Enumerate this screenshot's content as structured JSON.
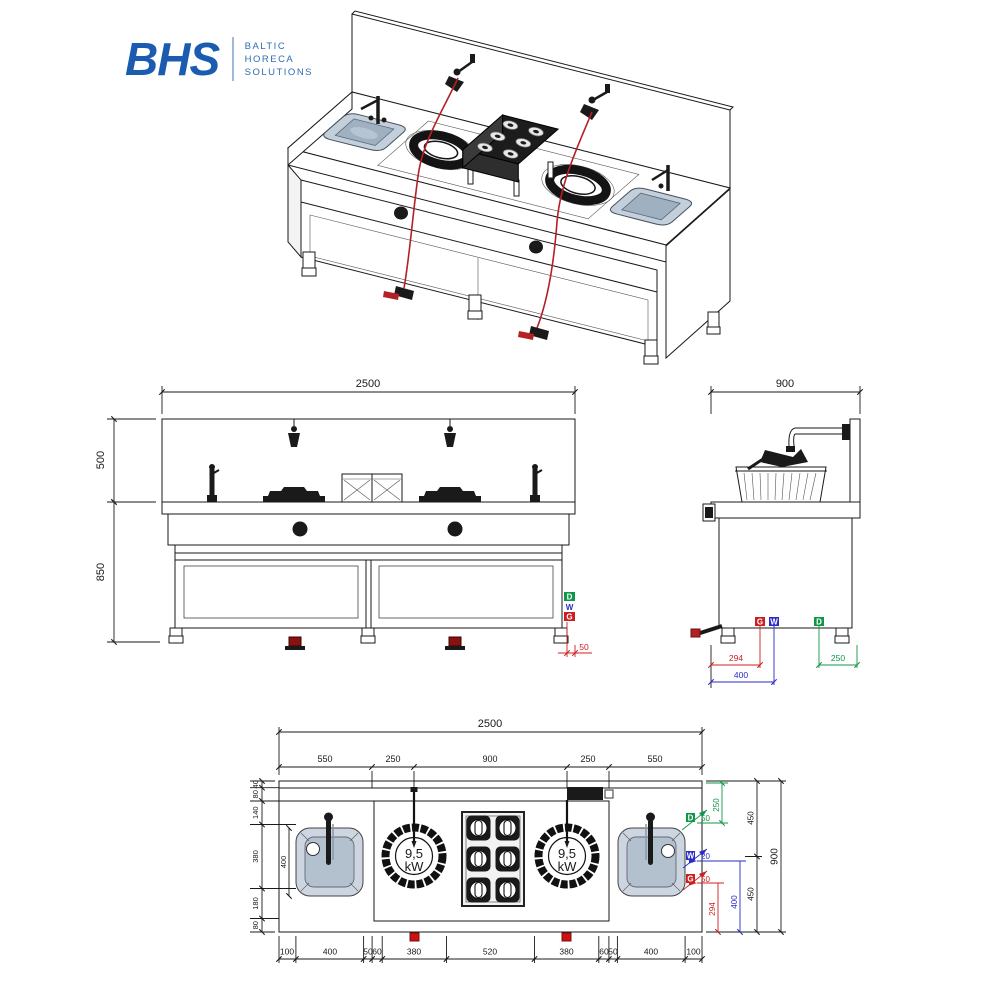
{
  "logo": {
    "abbr": "BHS",
    "line1": "BALTIC",
    "line2": "HORECA",
    "line3": "SOLUTIONS"
  },
  "colors": {
    "brand": "#1b5cb0",
    "gas": "#cc2020",
    "water": "#2a2ac8",
    "drain": "#0f9648",
    "sink": "#b9c6d3",
    "line": "#1a1a1a"
  },
  "connections": {
    "d": "D",
    "w": "W",
    "g": "G"
  },
  "front_view": {
    "width": "2500",
    "backsplash_height": "500",
    "body_height": "850",
    "gas_offset": "50"
  },
  "side_view": {
    "depth": "900",
    "gas_offset": "294",
    "water_offset": "400",
    "drain_offset": "250"
  },
  "plan_view": {
    "total_width": "2500",
    "top_segments": [
      "550",
      "250",
      "900",
      "250",
      "550"
    ],
    "left_segments": [
      "40",
      "80",
      "140",
      "380",
      "180",
      "80"
    ],
    "sink_dim": "400",
    "bottom_segments": [
      "100",
      "400",
      "50",
      "60",
      "380",
      "520",
      "380",
      "60",
      "50",
      "400",
      "100"
    ],
    "right": {
      "drain_offset": "250",
      "drain_size": "50",
      "water_size": "20",
      "gas_size": "50",
      "gas_offset": "294",
      "water_offset": "400",
      "half_top": "450",
      "half_bottom": "450",
      "total_depth": "900"
    },
    "burner_power": {
      "line1": "9,5",
      "line2": "kW"
    }
  }
}
